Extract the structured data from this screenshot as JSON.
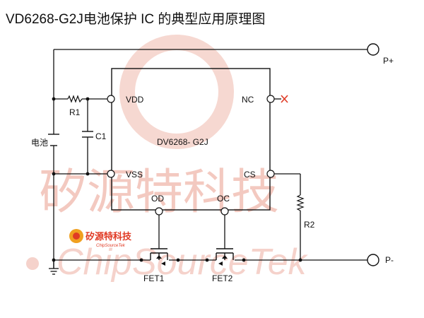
{
  "title": "VD6268-G2J电池保护 IC 的典型应用原理图",
  "chip": {
    "name": "DV6268- G2J",
    "pins": {
      "vdd": "VDD",
      "vss": "VSS",
      "nc": "NC",
      "cs": "CS",
      "od": "OD",
      "oc": "OC"
    }
  },
  "components": {
    "r1": "R1",
    "c1": "C1",
    "r2": "R2",
    "battery": "电池",
    "fet1": "FET1",
    "fet2": "FET2"
  },
  "terminals": {
    "p_plus": "P+",
    "p_minus": "P-"
  },
  "watermark": {
    "cn": "矽源特科技",
    "en": "ChipSourceTek"
  },
  "logo": {
    "cn": "矽源特科技",
    "en": "ChipSourceTek"
  },
  "colors": {
    "wire": "#111111",
    "watermark": "#f3c9c0",
    "accent": "#e03a24",
    "nc_mark": "#e03a24"
  }
}
